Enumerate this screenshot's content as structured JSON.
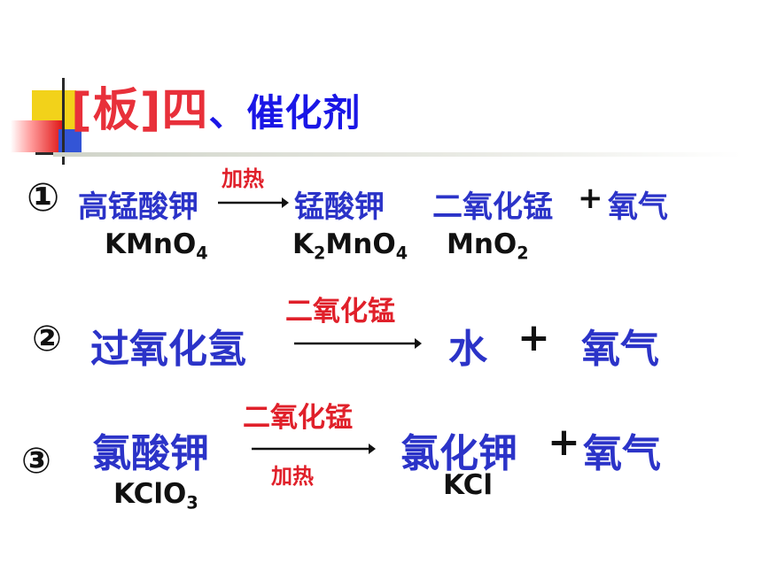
{
  "title": {
    "main": "[板]四",
    "sub": "、催化剂"
  },
  "reaction1": {
    "number": "①",
    "reactant": "高锰酸钾",
    "condition": "加热",
    "product1": "锰酸钾",
    "product2": "二氧化锰",
    "plus": "+",
    "product3": "氧气",
    "formula_reactant": {
      "main": "KMnO",
      "sub": "4"
    },
    "formula_product1": {
      "k": "K",
      "k_sub": "2",
      "main": "MnO",
      "sub": "4"
    },
    "formula_product2": {
      "main": "MnO",
      "sub": "2"
    }
  },
  "reaction2": {
    "number": "②",
    "reactant": "过氧化氢",
    "catalyst": "二氧化锰",
    "product1": "水",
    "plus": "+",
    "product2": "氧气"
  },
  "reaction3": {
    "number": "③",
    "reactant": "氯酸钾",
    "catalyst": "二氧化锰",
    "condition": "加热",
    "product1": "氯化钾",
    "plus": "+",
    "product2": "氧气",
    "formula_reactant": {
      "main": "KClO",
      "sub": "3"
    },
    "formula_product1": "KCl"
  }
}
